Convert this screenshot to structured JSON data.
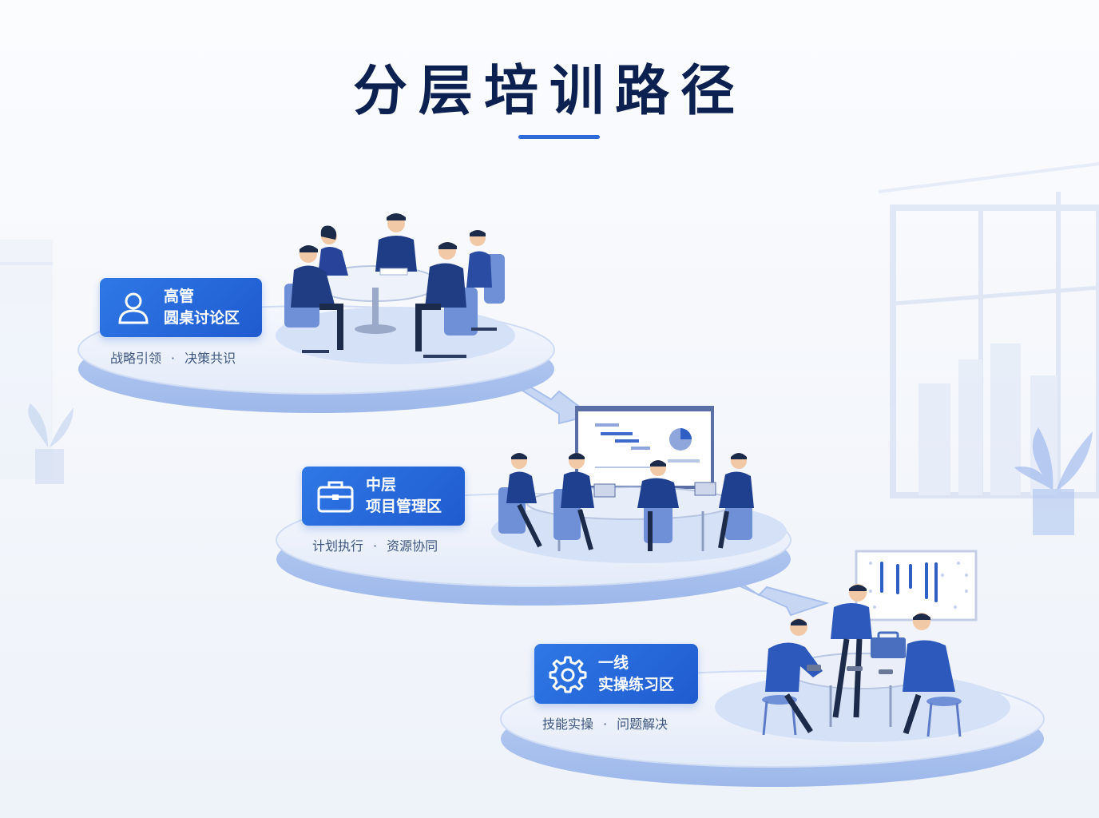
{
  "title": "分层培训路径",
  "tiers": [
    {
      "line1": "高管",
      "line2": "圆桌讨论区",
      "icon": "person-icon",
      "caption_a": "战略引领",
      "caption_b": "决策共识"
    },
    {
      "line1": "中层",
      "line2": "项目管理区",
      "icon": "briefcase-icon",
      "caption_a": "计划执行",
      "caption_b": "资源协同"
    },
    {
      "line1": "一线",
      "line2": "实操练习区",
      "icon": "gear-icon",
      "caption_a": "技能实操",
      "caption_b": "问题解决"
    }
  ],
  "separator": "·",
  "colors": {
    "title": "#0d2150",
    "accent": "#2f6bd8",
    "badge": "#2f78e6",
    "people": "#1e3f8f",
    "platform": "#d7e2f7"
  }
}
